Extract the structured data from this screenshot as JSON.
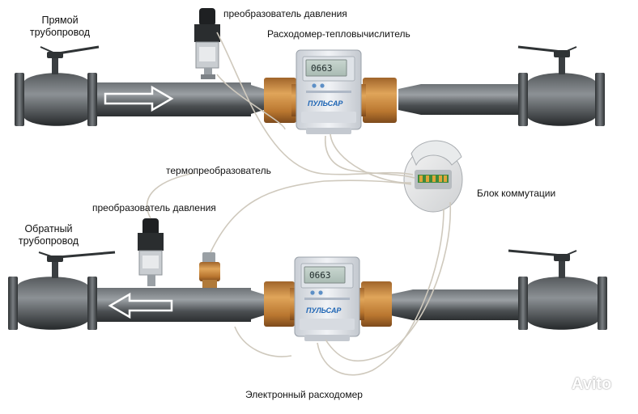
{
  "labels": {
    "direct_pipeline": "Прямой трубопровод",
    "direct_pipeline_l1": "Прямой",
    "direct_pipeline_l2": "трубопровод",
    "return_pipeline_l1": "Обратный",
    "return_pipeline_l2": "трубопровод",
    "pressure_transducer_top": "преобразователь давления",
    "flowmeter_heat_calculator": "Расходомер-тепловычислитель",
    "temperature_transducer": "термопреобразователь",
    "pressure_transducer_bottom": "преобразователь давления",
    "junction_box": "Блок коммутации",
    "electronic_flowmeter": "Электронный расходомер"
  },
  "device": {
    "brand": "ПУЛЬСАР",
    "display_top": "0663",
    "display_bottom": "0663"
  },
  "watermark": "Avito",
  "colors": {
    "pipe_dark": "#3d4144",
    "pipe_light": "#8a8f93",
    "brass": "#c98a3c",
    "arrow": "#ffffff",
    "wire": "#cfc9bd",
    "device_body": "#e6e9ee",
    "brand_blue": "#1f66b5"
  }
}
